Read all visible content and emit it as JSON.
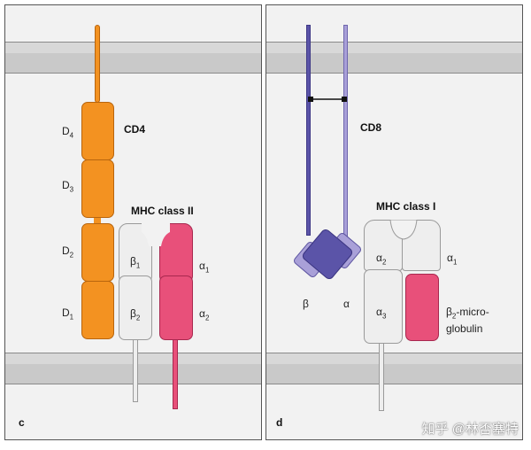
{
  "panel_c": {
    "letter": "c",
    "cd4": {
      "name": "CD4",
      "domains": [
        {
          "label": "D",
          "sub": "4"
        },
        {
          "label": "D",
          "sub": "3"
        },
        {
          "label": "D",
          "sub": "2"
        },
        {
          "label": "D",
          "sub": "1"
        }
      ]
    },
    "mhc": {
      "name": "MHC class II",
      "beta1": {
        "label": "β",
        "sub": "1"
      },
      "beta2": {
        "label": "β",
        "sub": "2"
      },
      "alpha1": {
        "label": "α",
        "sub": "1"
      },
      "alpha2": {
        "label": "α",
        "sub": "2"
      }
    }
  },
  "panel_d": {
    "letter": "d",
    "cd8": {
      "name": "CD8",
      "beta": "β",
      "alpha": "α"
    },
    "mhc": {
      "name": "MHC class I",
      "alpha1": {
        "label": "α",
        "sub": "1"
      },
      "alpha2": {
        "label": "α",
        "sub": "2"
      },
      "alpha3": {
        "label": "α",
        "sub": "3"
      },
      "b2m": {
        "label": "β",
        "sub": "2",
        "suffix": "-micro-",
        "line2": "globulin"
      }
    }
  },
  "colors": {
    "cd4": "#f39221",
    "mhc_class_ii_beta": "#eeeeee",
    "mhc_class_ii_alpha": "#e8507a",
    "cd8_alpha": "#a9a0d8",
    "cd8_beta": "#5b54a8",
    "b2m": "#e8507a",
    "membrane": "#c9c9c9"
  },
  "watermark": "知乎 @林否塞特"
}
